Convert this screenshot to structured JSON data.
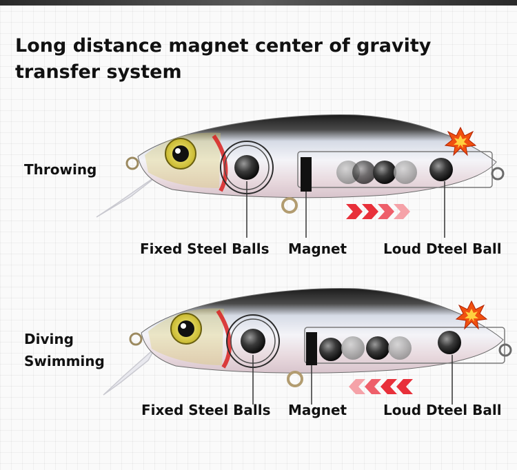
{
  "heading": {
    "line1": "Long distance magnet center of gravity",
    "line2": "transfer system"
  },
  "panels": [
    {
      "mode_label": "Throwing",
      "arrow_direction": "toward-tail",
      "callouts": {
        "fixed": "Fixed Steel Balls",
        "magnet": "Magnet",
        "loud": "Loud Dteel Ball"
      }
    },
    {
      "mode_label_line1": "Diving",
      "mode_label_line2": "Swimming",
      "arrow_direction": "toward-head",
      "callouts": {
        "fixed": "Fixed Steel Balls",
        "magnet": "Magnet",
        "loud": "Loud Dteel Ball"
      }
    }
  ],
  "colors": {
    "arrow_red": "#e8303a",
    "gill_red": "#d82020",
    "eye_yellow": "#e8d84a",
    "body_back": "#1c1c1c",
    "magnet": "#111111",
    "sound_burst": "#f05010"
  },
  "icons": [
    "fishing-lure-icon",
    "steel-ball-icon",
    "magnet-icon",
    "sound-burst-icon",
    "direction-arrow-icon"
  ]
}
